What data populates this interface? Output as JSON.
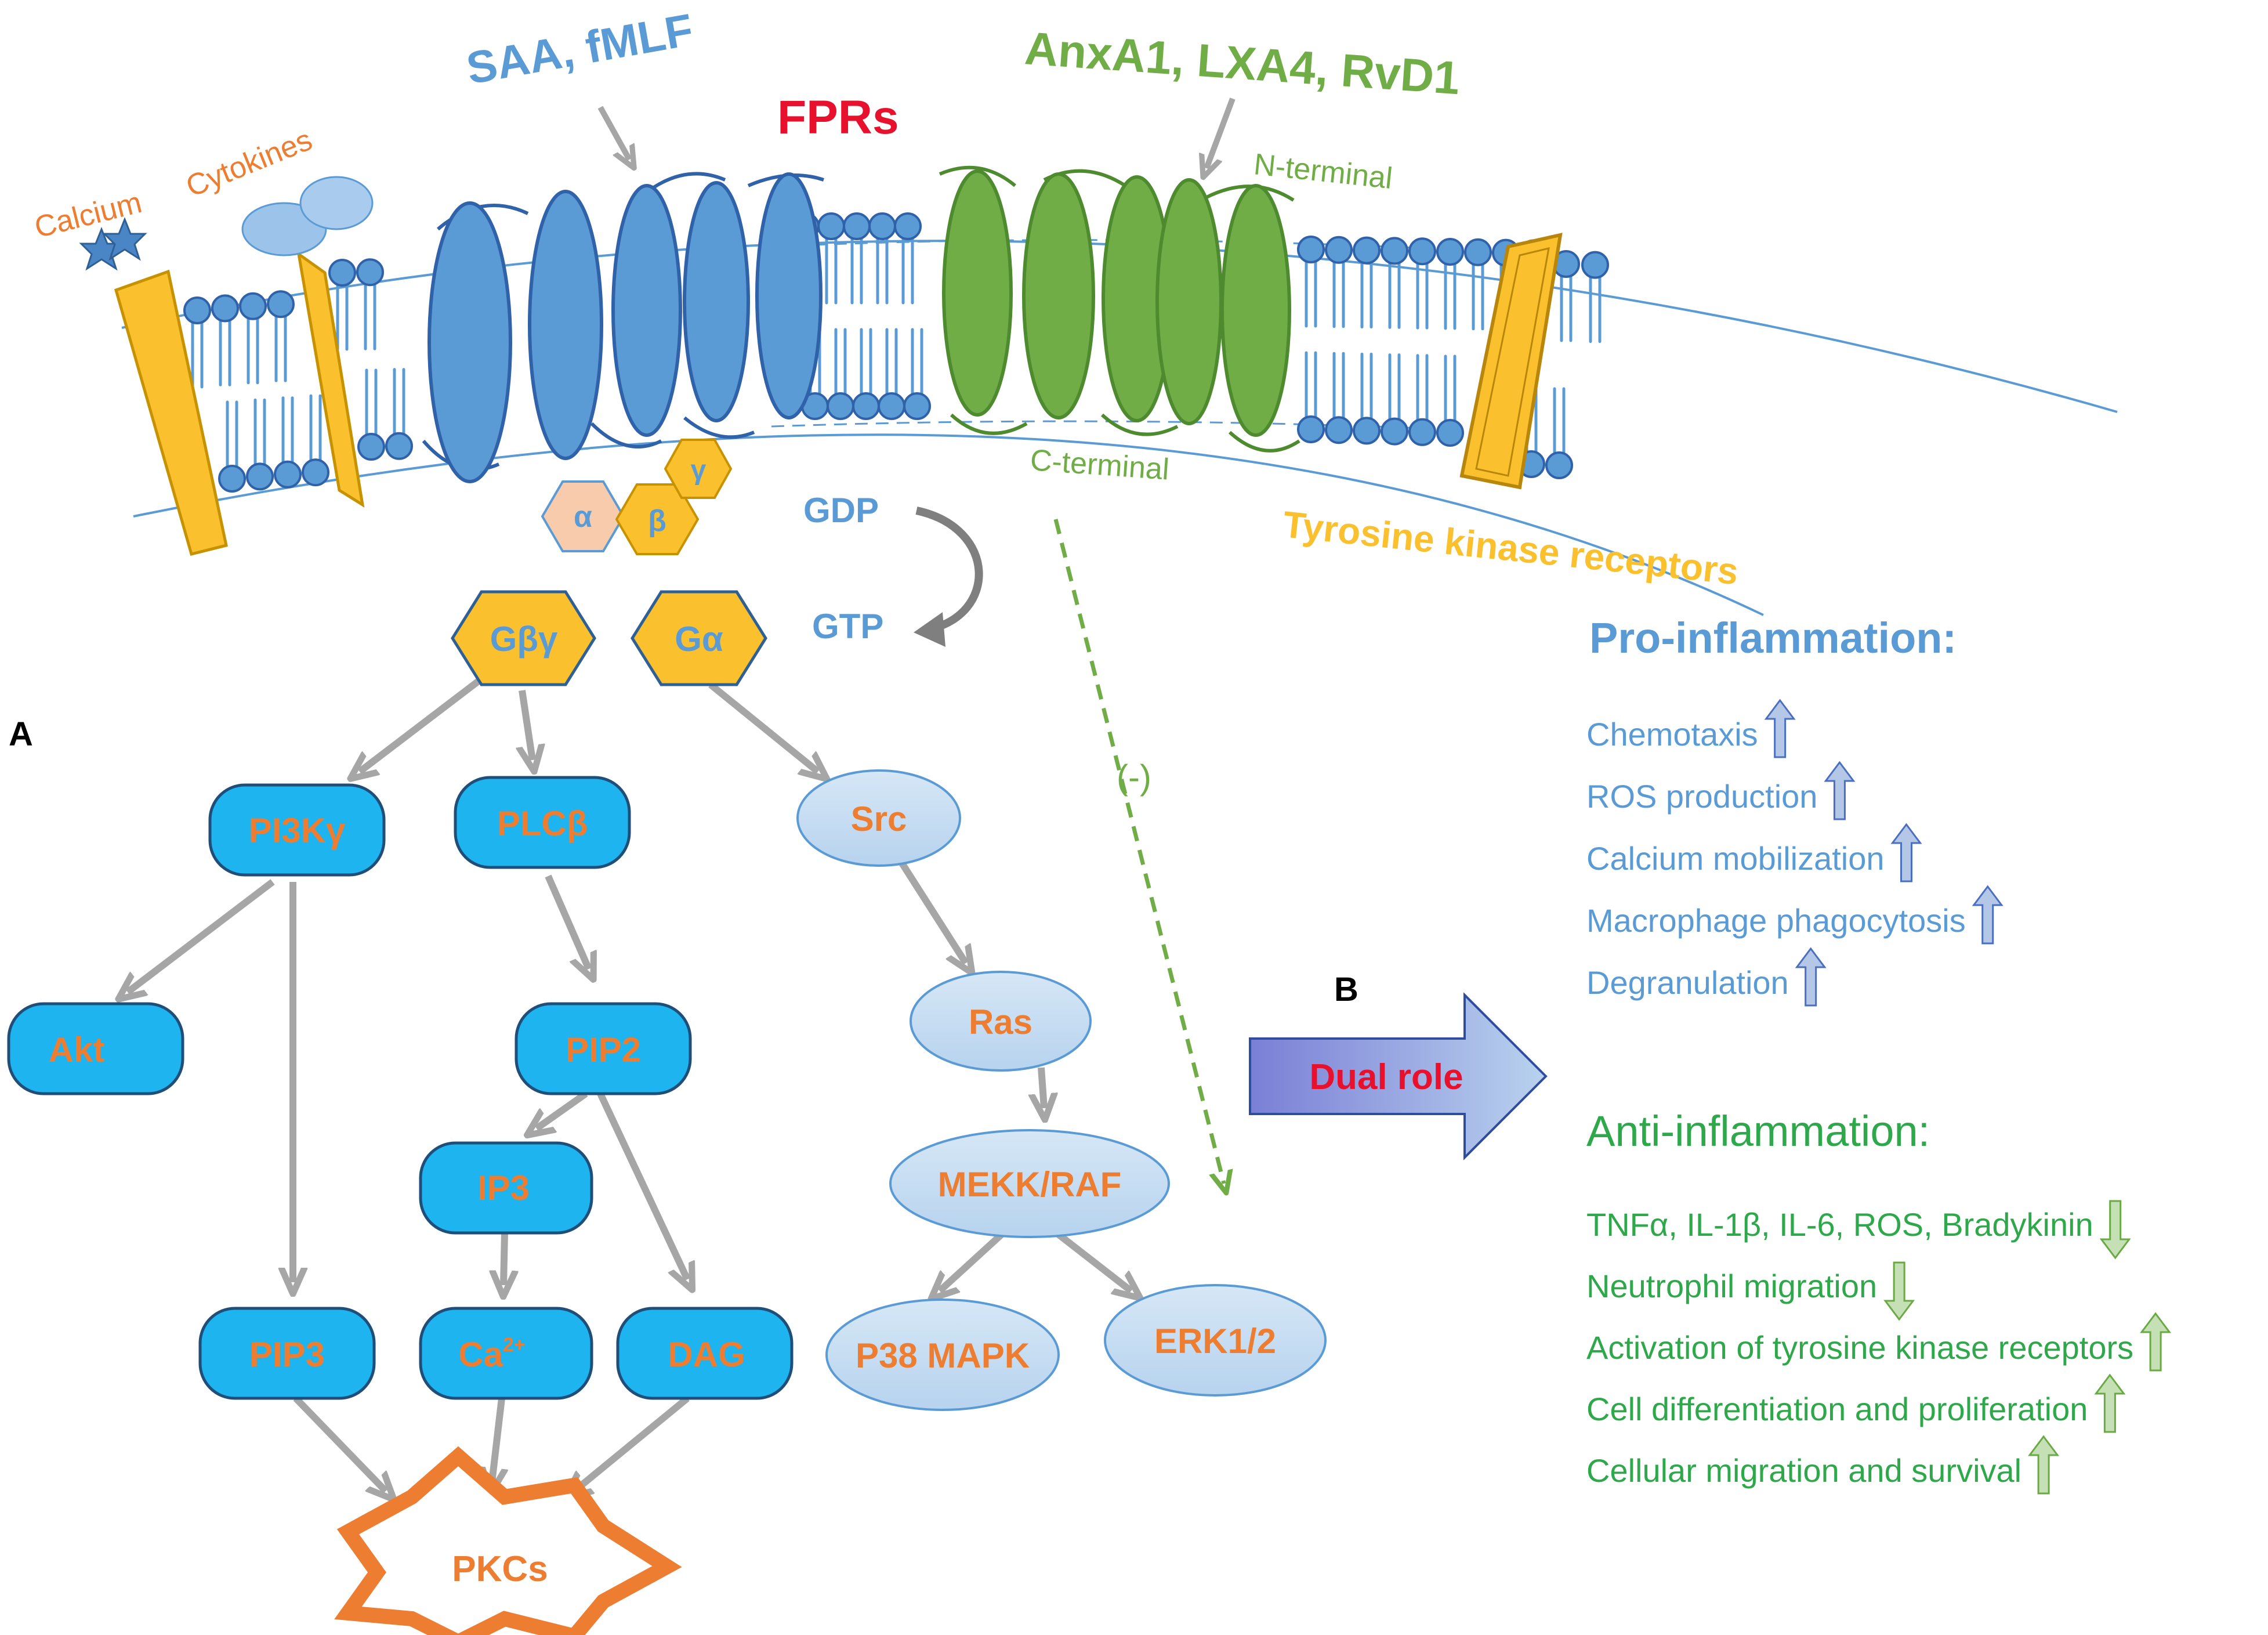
{
  "colors": {
    "membrane": "#5B9BD5",
    "fpr_blue": "#5B9BD5",
    "fpr_green": "#70AD47",
    "channel": "#FBC02D",
    "node_fill": "#1EB4F0",
    "oval_fill": "#C5DCF0",
    "orange_text": "#ED7D31",
    "red_text": "#E8112D",
    "pro_text": "#5B9BD5",
    "anti_text": "#2EA84A",
    "arrow_gray": "#A6A6A6"
  },
  "labels": {
    "calcium": "Calcium",
    "cytokines": "Cytokines",
    "saa": "SAA, fMLF",
    "fprs": "FPRs",
    "anx": "AnxA1, LXA4, RvD1",
    "n_terminal": "N-terminal",
    "c_terminal": "C-terminal",
    "alpha": "α",
    "beta": "β",
    "gamma": "γ",
    "gdp": "GDP",
    "gtp": "GTP",
    "tyrosine": "Tyrosine kinase receptors",
    "inhibit": "(-)",
    "panel_a": "A",
    "panel_b": "B",
    "dual_role": "Dual role"
  },
  "nodes": {
    "gbg": "Gβγ",
    "ga": "Gα",
    "pi3k": "PI3Kγ",
    "plcb": "PLCβ",
    "src": "Src",
    "akt": "Akt",
    "pip2": "PIP2",
    "ras": "Ras",
    "ip3": "IP3",
    "mekk": "MEKK/RAF",
    "pip3": "PIP3",
    "ca": "Ca",
    "ca_sup": "2+",
    "dag": "DAG",
    "p38": "P38 MAPK",
    "erk": "ERK1/2",
    "pkcs": "PKCs"
  },
  "pro": {
    "title": "Pro-inflammation:",
    "items": [
      {
        "text": "Chemotaxis",
        "direction": "up"
      },
      {
        "text": "ROS production",
        "direction": "up"
      },
      {
        "text": "Calcium mobilization",
        "direction": "up"
      },
      {
        "text": "Macrophage phagocytosis",
        "direction": "up"
      },
      {
        "text": "Degranulation",
        "direction": "up"
      }
    ]
  },
  "anti": {
    "title": "Anti-inflammation:",
    "items": [
      {
        "text": "TNFα, IL-1β, IL-6, ROS, Bradykinin",
        "direction": "down"
      },
      {
        "text": "Neutrophil migration",
        "direction": "down"
      },
      {
        "text": "Activation of tyrosine kinase receptors",
        "direction": "up"
      },
      {
        "text": "Cell differentiation and proliferation",
        "direction": "up"
      },
      {
        "text": "Cellular migration and survival",
        "direction": "up"
      }
    ]
  }
}
